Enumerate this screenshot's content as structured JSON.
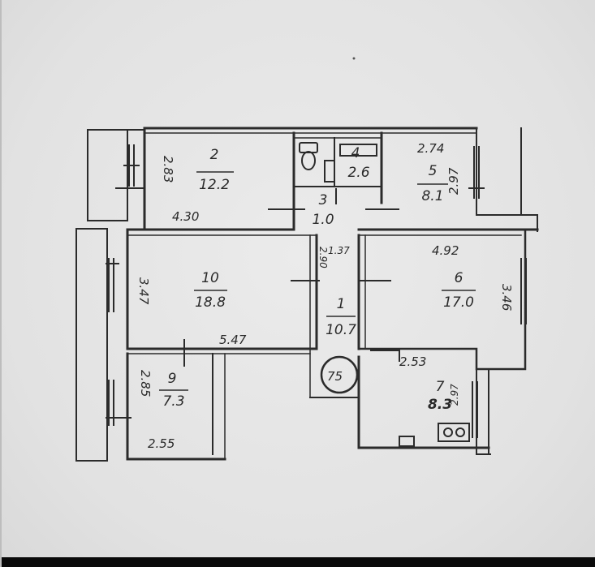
{
  "rooms": [
    {
      "id": "2",
      "area": "12.2"
    },
    {
      "id": "4",
      "area": "2.6"
    },
    {
      "id": "3",
      "area": "1.0"
    },
    {
      "id": "5",
      "area": "8.1"
    },
    {
      "id": "10",
      "area": "18.8"
    },
    {
      "id": "1",
      "area": "10.7"
    },
    {
      "id": "6",
      "area": "17.0"
    },
    {
      "id": "9",
      "area": "7.3"
    },
    {
      "id": "7",
      "area": "8.3"
    }
  ],
  "dimensions": {
    "room2_width": "4.30",
    "room2_height": "2.83",
    "room5_top": "2.74",
    "room5_side": "2.97",
    "room10_height": "3.47",
    "room10_width": "5.47",
    "room6_top": "4.92",
    "room6_side": "3.46",
    "corridor": "1.37",
    "corridor_side": "2.90",
    "room9_height": "2.85",
    "room9_width": "2.55",
    "room7_width": "2.53",
    "room7_side": "2.97",
    "shaft_number": "75"
  }
}
